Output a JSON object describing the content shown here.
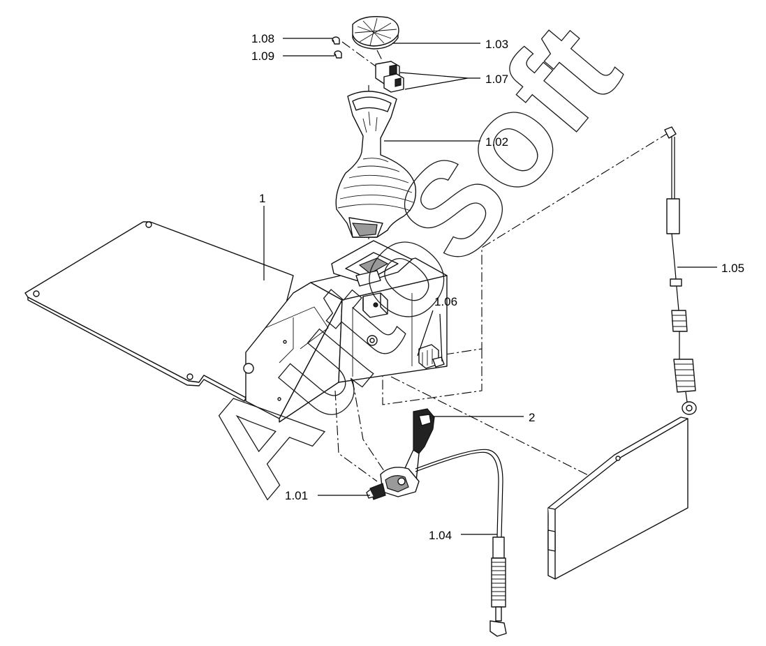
{
  "watermark": {
    "text": "AutoSoft"
  },
  "callouts": [
    {
      "id": "1",
      "label": "1"
    },
    {
      "id": "1.01",
      "label": "1.01"
    },
    {
      "id": "1.02",
      "label": "1.02"
    },
    {
      "id": "1.03",
      "label": "1.03"
    },
    {
      "id": "1.04",
      "label": "1.04"
    },
    {
      "id": "1.05",
      "label": "1.05"
    },
    {
      "id": "1.06",
      "label": "1.06"
    },
    {
      "id": "1.07",
      "label": "1.07"
    },
    {
      "id": "1.08",
      "label": "1.08"
    },
    {
      "id": "1.09",
      "label": "1.09"
    },
    {
      "id": "2",
      "label": "2"
    }
  ]
}
